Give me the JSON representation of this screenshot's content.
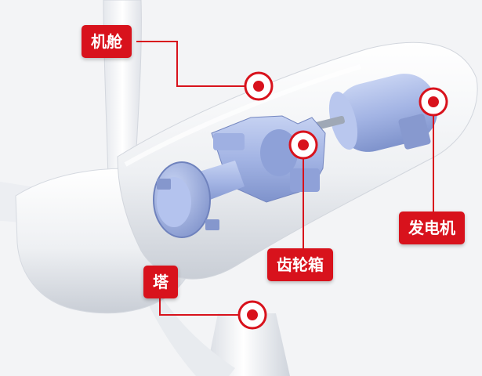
{
  "labels": {
    "nacelle": "机舱",
    "tower": "塔",
    "gearbox": "齿轮箱",
    "generator": "发电机"
  },
  "colors": {
    "background": "#f3f4f6",
    "label_bg": "#d8121c",
    "label_text": "#ffffff",
    "leader_line": "#d8121c",
    "component_blue": "#a7b8e6"
  }
}
